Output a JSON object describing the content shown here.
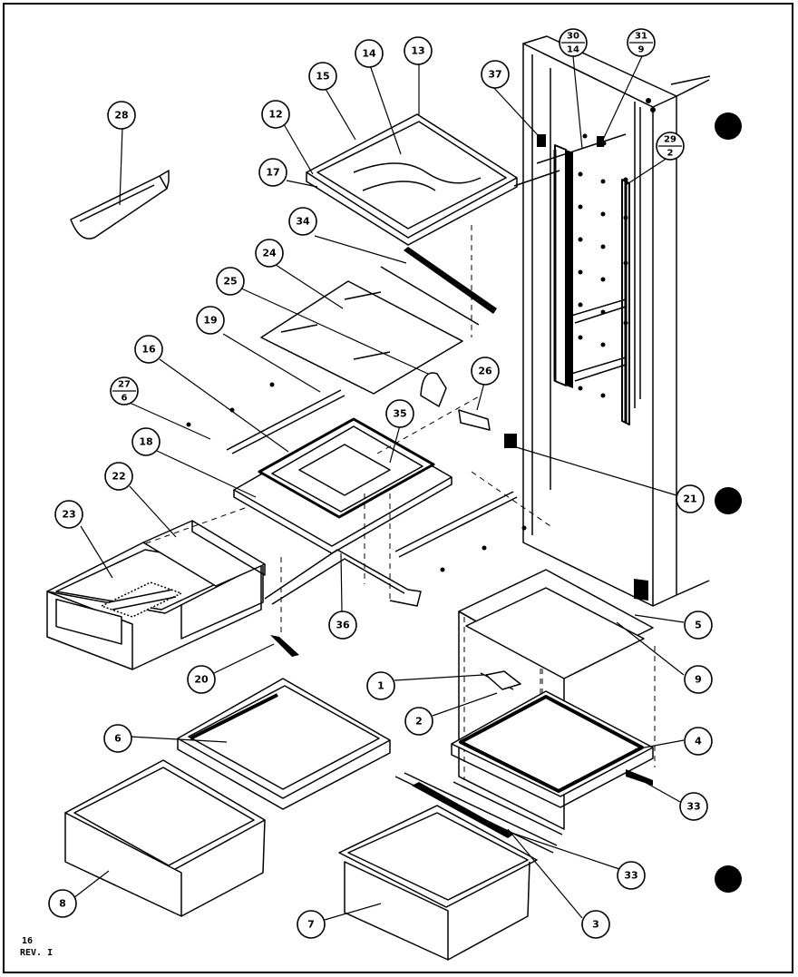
{
  "callouts": {
    "c1": "1",
    "c2": "2",
    "c3": "3",
    "c4": "4",
    "c5": "5",
    "c6": "6",
    "c7": "7",
    "c8": "8",
    "c9": "9",
    "c12": "12",
    "c13": "13",
    "c14": "14",
    "c15": "15",
    "c16": "16",
    "c17": "17",
    "c18": "18",
    "c19": "19",
    "c20": "20",
    "c21": "21",
    "c22": "22",
    "c23": "23",
    "c24": "24",
    "c25": "25",
    "c26": "26",
    "c28": "28",
    "c33a": "33",
    "c33b": "33",
    "c34": "34",
    "c35": "35",
    "c36": "36",
    "c37": "37"
  },
  "fractions": {
    "f30": {
      "top": "30",
      "bottom": "14"
    },
    "f31": {
      "top": "31",
      "bottom": "9"
    },
    "f29": {
      "top": "29",
      "bottom": "2"
    },
    "f27": {
      "top": "27",
      "bottom": "6"
    }
  },
  "footer": {
    "page": "16",
    "rev": "REV. I"
  }
}
